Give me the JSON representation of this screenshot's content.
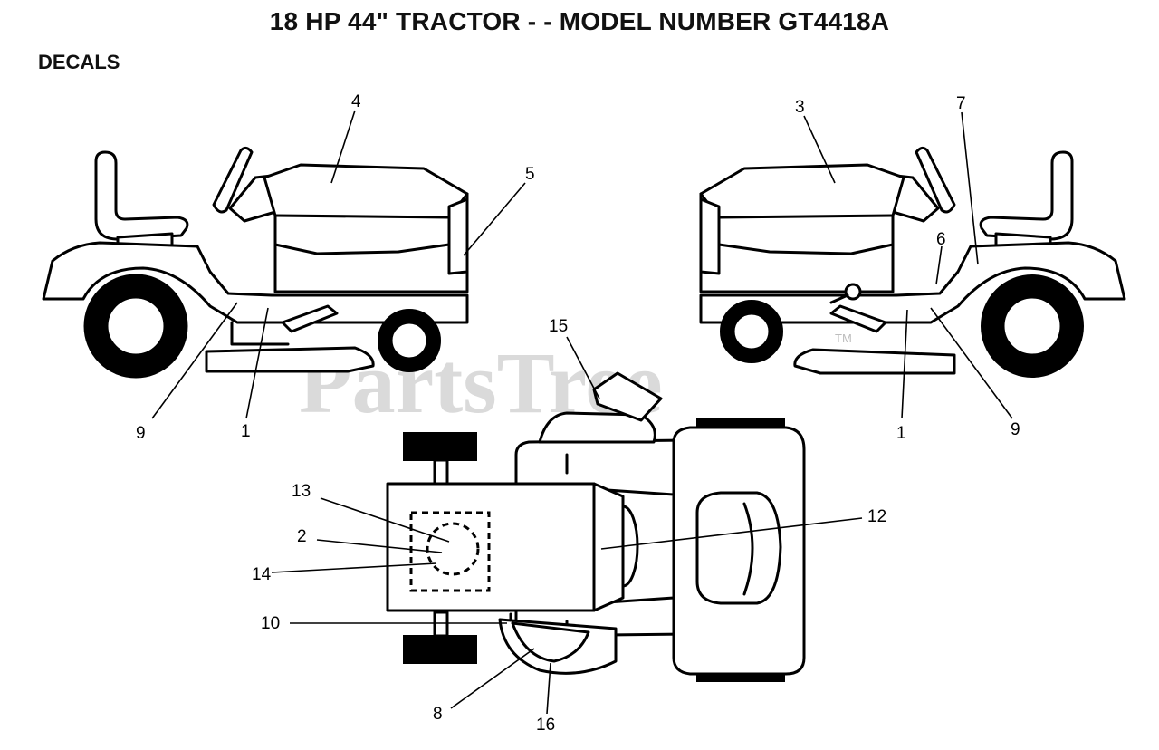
{
  "title": "18 HP 44\" TRACTOR - - MODEL NUMBER GT4418A",
  "section": "DECALS",
  "watermark": {
    "text": "PartsTree",
    "tm": "TM"
  },
  "callouts": {
    "c1_left": "1",
    "c9_left": "9",
    "c4": "4",
    "c5": "5",
    "c3": "3",
    "c7": "7",
    "c6": "6",
    "c1_right": "1",
    "c9_right": "9",
    "c15": "15",
    "c13": "13",
    "c2": "2",
    "c14": "14",
    "c10": "10",
    "c12": "12",
    "c8": "8",
    "c16": "16"
  }
}
